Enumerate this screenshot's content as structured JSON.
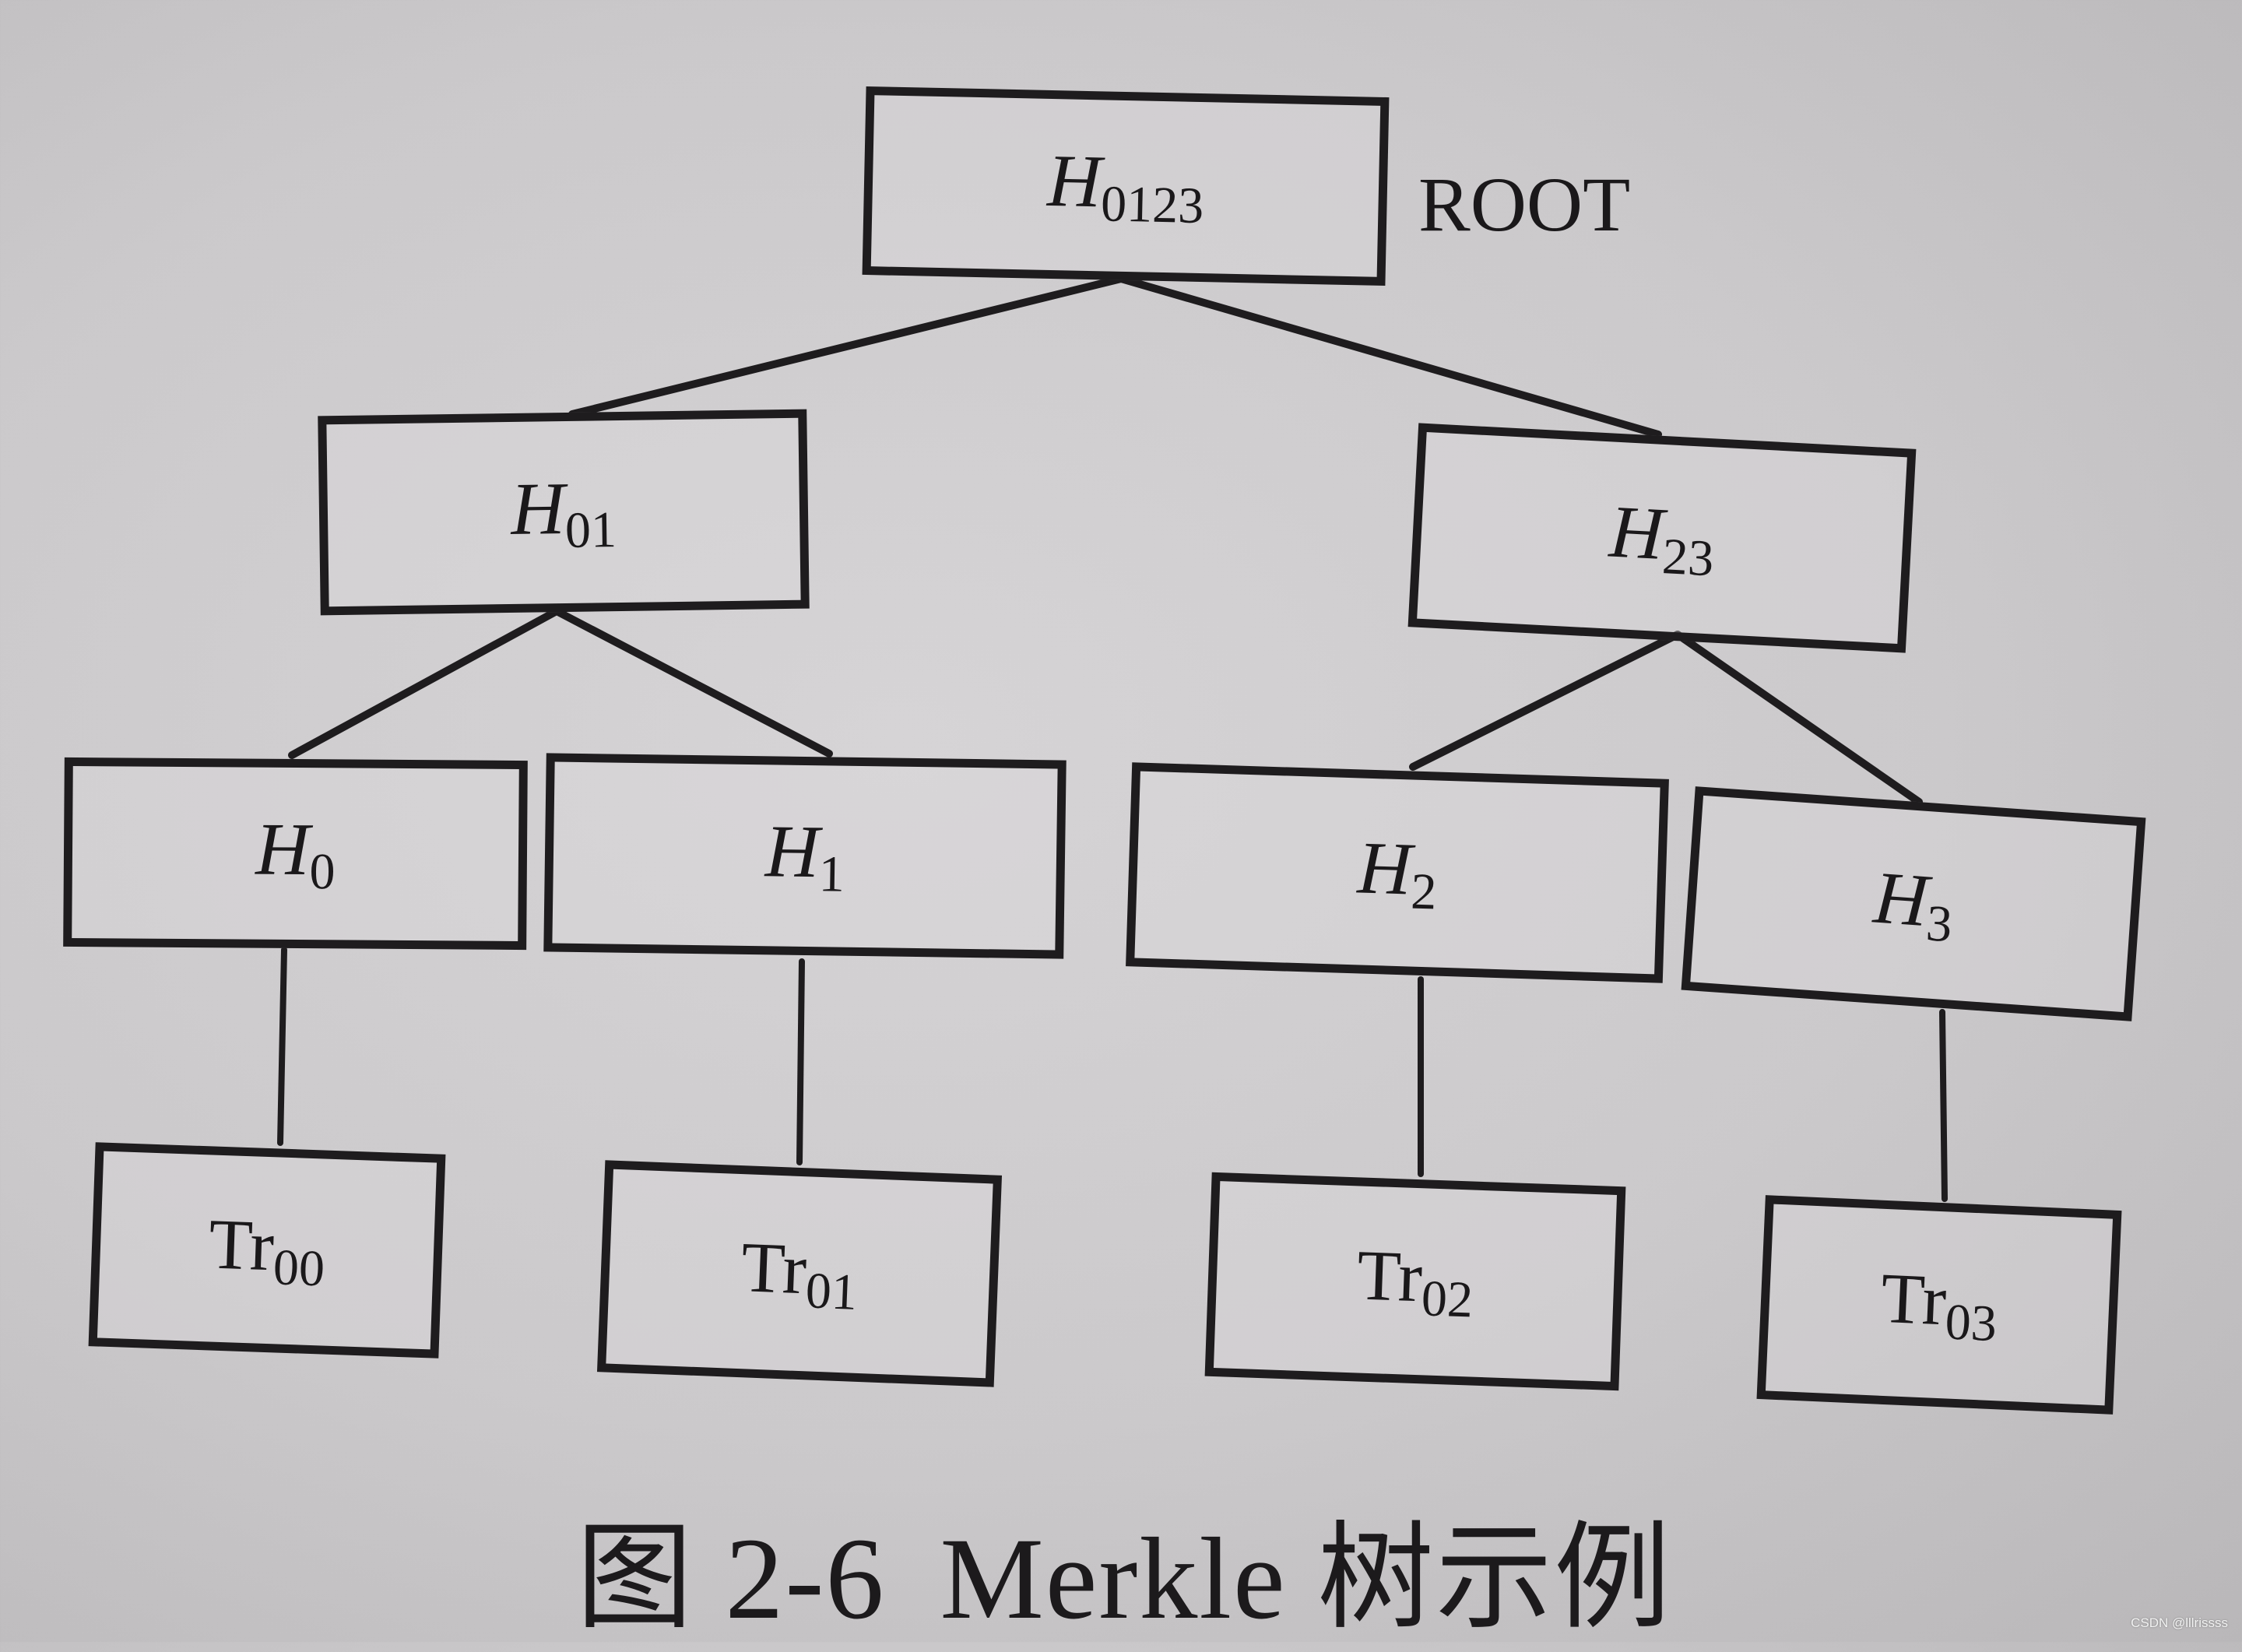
{
  "figure": {
    "caption_number": "图 2-6",
    "caption_title": "Merkle 树示例",
    "root_tag": "ROOT"
  },
  "nodes": {
    "root": {
      "base": "H",
      "sub": "0123"
    },
    "h01": {
      "base": "H",
      "sub": "01"
    },
    "h23": {
      "base": "H",
      "sub": "23"
    },
    "h0": {
      "base": "H",
      "sub": "0"
    },
    "h1": {
      "base": "H",
      "sub": "1"
    },
    "h2": {
      "base": "H",
      "sub": "2"
    },
    "h3": {
      "base": "H",
      "sub": "3"
    },
    "tr00": {
      "base": "Tr",
      "sub": "00"
    },
    "tr01": {
      "base": "Tr",
      "sub": "01"
    },
    "tr02": {
      "base": "Tr",
      "sub": "02"
    },
    "tr03": {
      "base": "Tr",
      "sub": "03"
    }
  },
  "edges": [
    [
      "root",
      "h01"
    ],
    [
      "root",
      "h23"
    ],
    [
      "h01",
      "h0"
    ],
    [
      "h01",
      "h1"
    ],
    [
      "h23",
      "h2"
    ],
    [
      "h23",
      "h3"
    ],
    [
      "h0",
      "tr00"
    ],
    [
      "h1",
      "tr01"
    ],
    [
      "h2",
      "tr02"
    ],
    [
      "h3",
      "tr03"
    ]
  ],
  "colors": {
    "ink": "#1e1c1e",
    "paper": "#cfcdcf"
  },
  "watermark": "CSDN @lllrissss"
}
